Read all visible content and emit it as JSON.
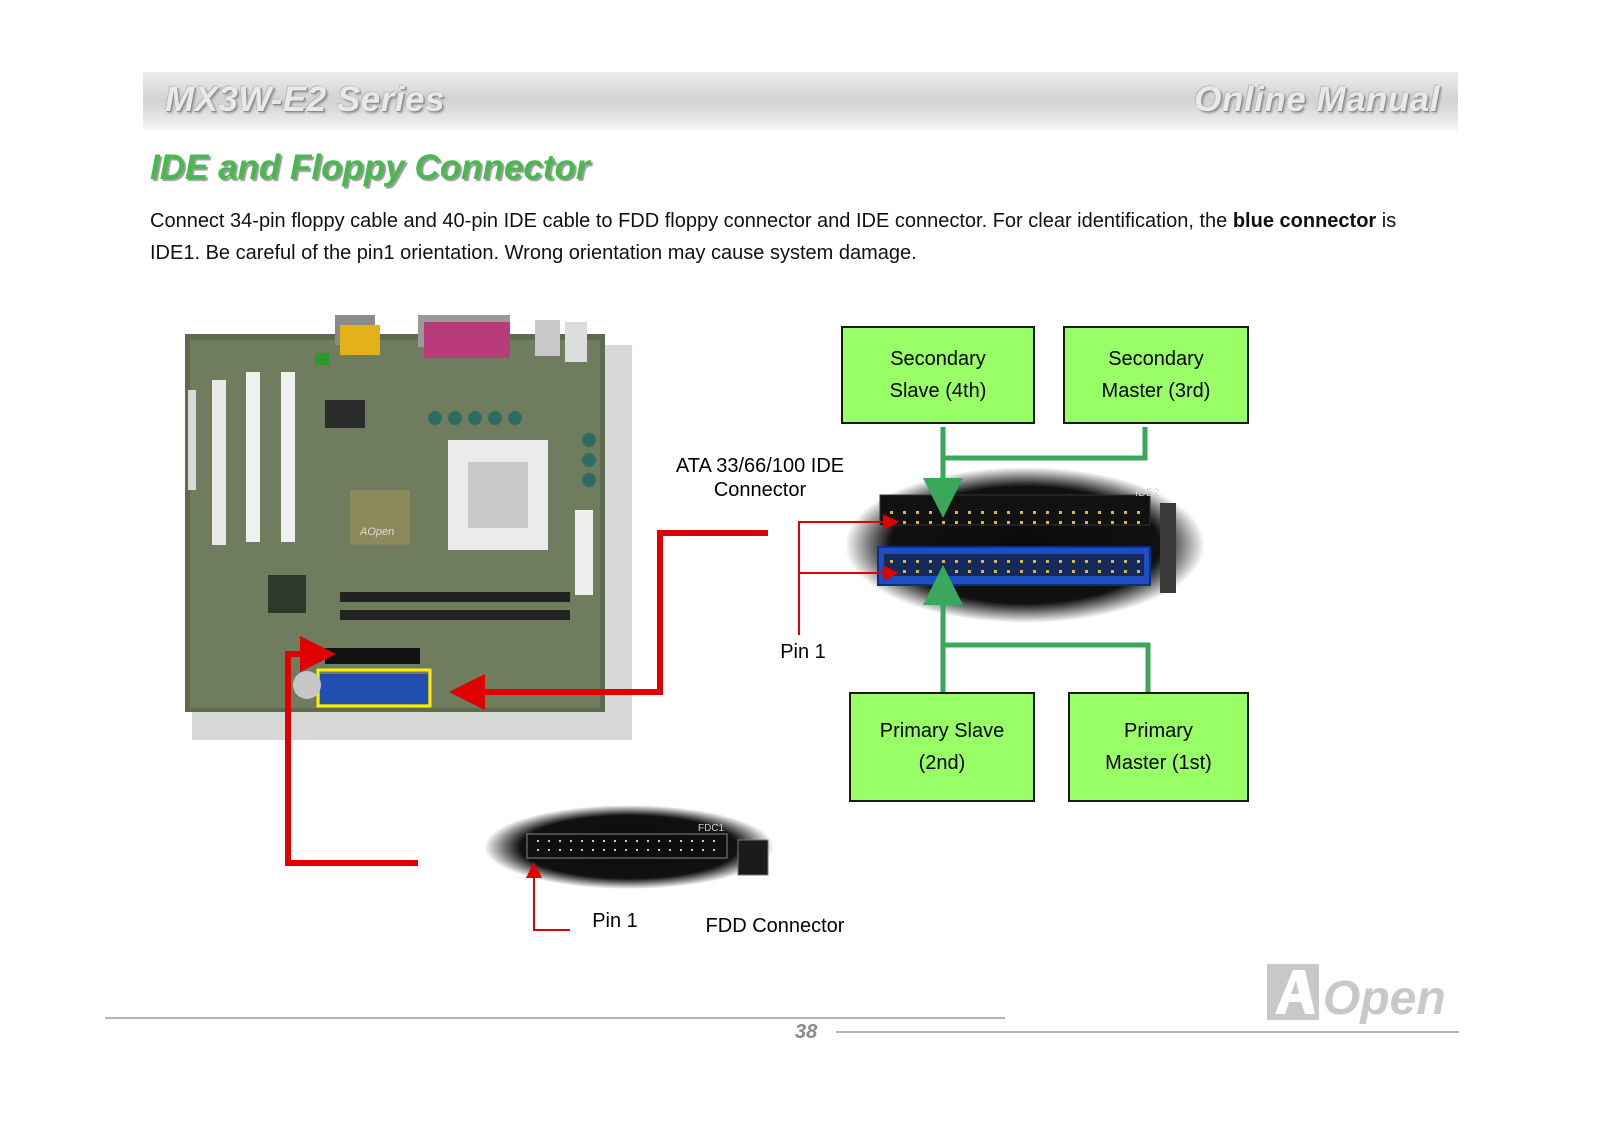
{
  "header": {
    "series": "MX3W-E2 Series",
    "manual": "Online Manual"
  },
  "section": {
    "title": "IDE and Floppy Connector"
  },
  "intro": {
    "text_before": "Connect 34-pin floppy cable and 40-pin IDE cable to FDD floppy connector and IDE connector. For clear identification, the ",
    "bold": "blue connector",
    "text_after": " is IDE1. Be careful of the pin1 orientation. Wrong orientation may cause system damage."
  },
  "diagram": {
    "ide_label_line1": "ATA 33/66/100 IDE",
    "ide_label_line2": "Connector",
    "ide_pin1": "Pin 1",
    "fdd_pin1": "Pin 1",
    "fdd_label": "FDD Connector",
    "ide2_silk": "IDE2",
    "fdc1_silk": "FDC1",
    "board_brand": "AOpen",
    "drives": {
      "secondary_slave": {
        "line1": "Secondary",
        "line2": "Slave (4th)"
      },
      "secondary_master": {
        "line1": "Secondary",
        "line2": "Master (3rd)"
      },
      "primary_slave": {
        "line1": "Primary Slave",
        "line2": "(2nd)"
      },
      "primary_master": {
        "line1": "Primary",
        "line2": "Master (1st)"
      }
    }
  },
  "footer": {
    "page": "38",
    "logo": "AOpen"
  }
}
